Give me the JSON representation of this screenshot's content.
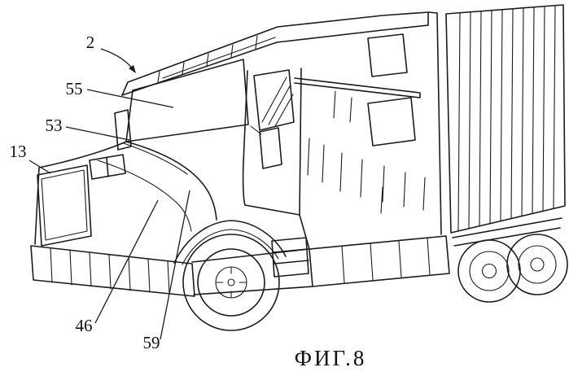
{
  "figure": {
    "caption": "ФИГ.8",
    "reference_labels": [
      {
        "text": "2"
      },
      {
        "text": "55"
      },
      {
        "text": "53"
      },
      {
        "text": "13"
      },
      {
        "text": "46"
      },
      {
        "text": "59"
      }
    ]
  }
}
